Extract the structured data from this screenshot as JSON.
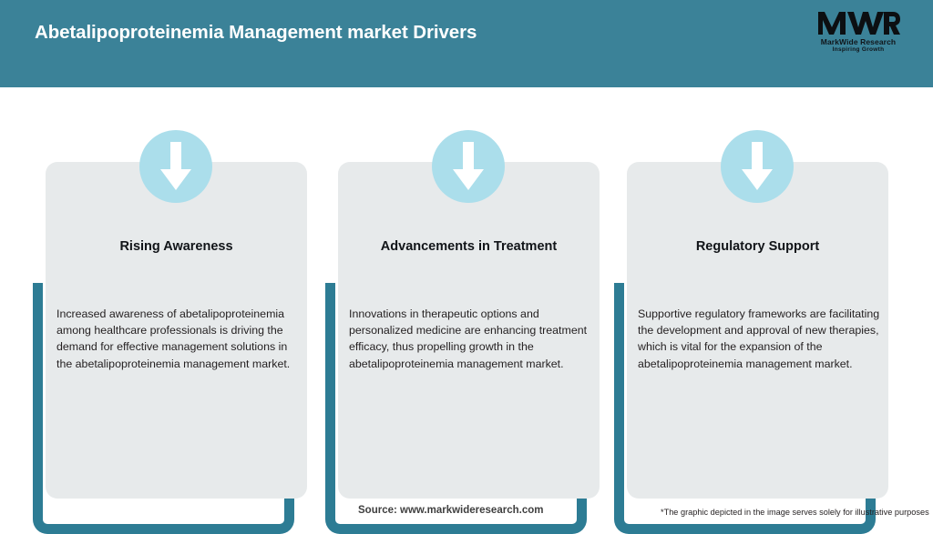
{
  "header": {
    "title": "Abetalipoproteinemia Management market Drivers",
    "background_color": "#3b8298",
    "logo": {
      "mark": "MWR",
      "name": "MarkWide Research",
      "tagline": "Inspiring Growth"
    }
  },
  "cards": [
    {
      "icon": "down-arrow-icon",
      "title": "Rising Awareness",
      "text": "Increased awareness of abetalipoproteinemia among healthcare professionals is driving the demand for effective management solutions in the abetalipoproteinemia management market."
    },
    {
      "icon": "down-arrow-icon",
      "title": "Advancements in Treatment",
      "text": "Innovations in therapeutic options and personalized medicine are enhancing treatment efficacy, thus propelling growth in the abetalipoproteinemia management market."
    },
    {
      "icon": "down-arrow-icon",
      "title": "Regulatory Support",
      "text": "Supportive regulatory frameworks are facilitating the development and approval of new therapies, which is vital for the expansion of the abetalipoproteinemia management market."
    }
  ],
  "footer": {
    "source": "Source: www.markwideresearch.com",
    "disclaimer": "*The graphic depicted in the image serves solely for illustrative purposes"
  },
  "colors": {
    "header_teal": "#3b8298",
    "frame_teal": "#2d7c94",
    "card_gray": "#e7eaeb",
    "icon_circle_blue": "#abdeeb",
    "arrow_white": "#ffffff"
  }
}
